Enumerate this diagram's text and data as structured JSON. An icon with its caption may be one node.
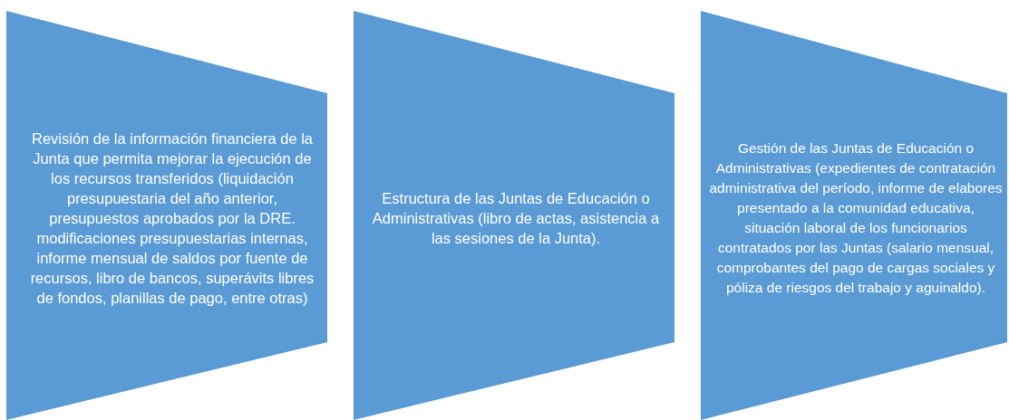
{
  "diagram": {
    "nodes": [
      {
        "text": [
          "Revisión de la información financiera de la Junta que permita mejorar la ejecución de los recursos transferidos (liquidación presupuestaria del año anterior, presupuestos aprobados por la DRE. modificaciones presupuestarias internas, informe mensual de saldos por fuente de recursos, libro de bancos, superávits libres de fondos, planillas de pago, entre otras)"
        ]
      },
      {
        "text": [
          "Estructura de las Juntas de Educación o Administrativas (libro de actas, asistencia a las sesiones de la Junta)."
        ]
      },
      {
        "text": [
          "Gestión de las Juntas de Educación o Administrativas (expedientes de contratación administrativa del período, informe de elabores presentado a la comunidad educativa, situación laboral de los funcionarios contratados por las Juntas (salario mensual, comprobantes del pago de cargas sociales y póliza de riesgos del trabajo y aguinaldo)."
        ]
      }
    ]
  }
}
